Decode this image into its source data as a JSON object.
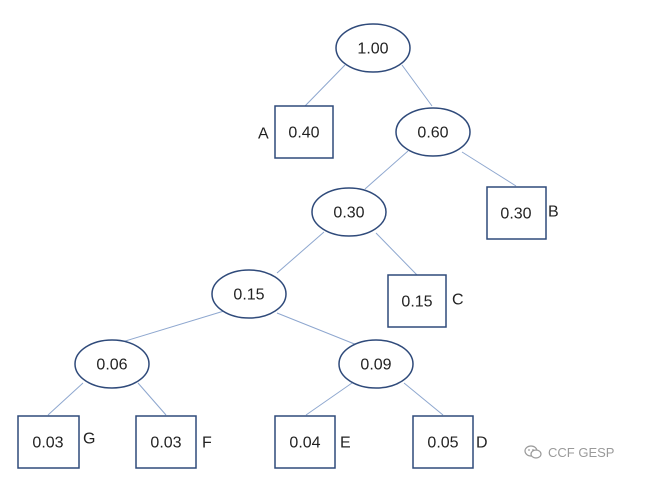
{
  "diagram": {
    "nodes": {
      "root": "1.00",
      "n060": "0.60",
      "n030": "0.30",
      "n015": "0.15",
      "n006": "0.06",
      "n009": "0.09",
      "leafA": "0.40",
      "leafB": "0.30",
      "leafC": "0.15",
      "leafG": "0.03",
      "leafF": "0.03",
      "leafE": "0.04",
      "leafD": "0.05"
    },
    "labels": {
      "A": "A",
      "B": "B",
      "C": "C",
      "D": "D",
      "E": "E",
      "F": "F",
      "G": "G"
    }
  },
  "watermark": {
    "text": "CCF GESP",
    "icon": "wechat-icon"
  },
  "colors": {
    "edge": "#8ea7cf",
    "stroke": "#2f4a7a",
    "text": "#222222",
    "watermark": "#9a9a9a"
  }
}
